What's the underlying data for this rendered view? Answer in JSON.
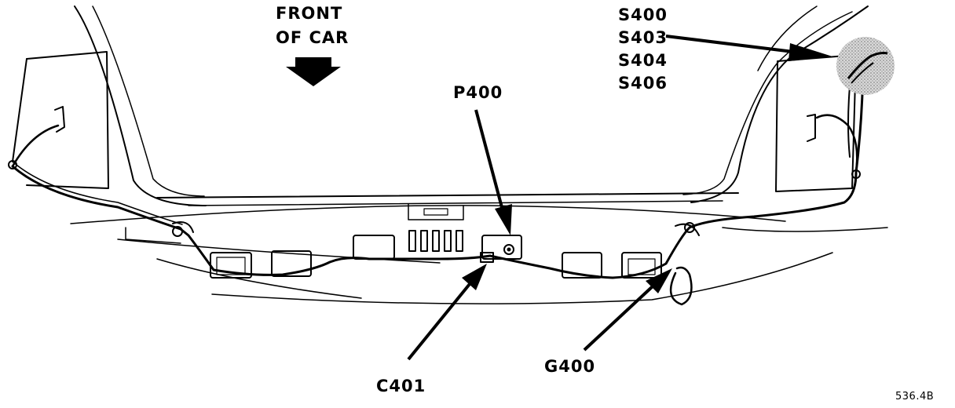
{
  "diagram": {
    "front_label_line1": "FRONT",
    "front_label_line2": "OF CAR",
    "splices": [
      "S400",
      "S403",
      "S404",
      "S406"
    ],
    "connector_p": "P400",
    "connector_c": "C401",
    "ground": "G400",
    "figure_number": "536.4B"
  }
}
